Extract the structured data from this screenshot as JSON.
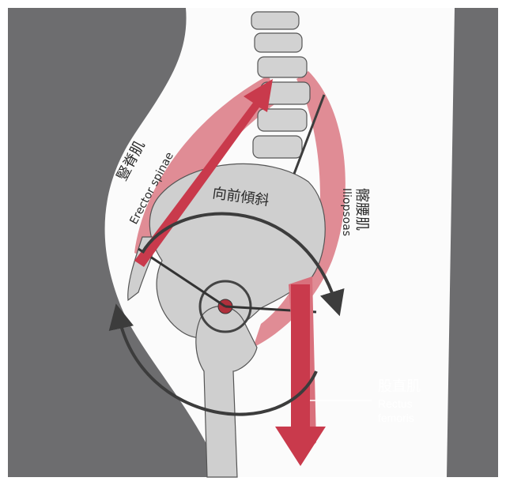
{
  "labels": {
    "erector_cn": "豎脊肌",
    "erector_en": "Erector spinae",
    "tilt_cn": "向前傾斜",
    "iliopsoas_cn": "髂腰肌",
    "iliopsoas_en": "Iliopsoas",
    "rectus_cn": "股直肌",
    "rectus_en_1": "Rectus",
    "rectus_en_2": "femoris"
  },
  "colors": {
    "background": "#6d6d6f",
    "body": "#fbfbfb",
    "bone": "#cfcfcf",
    "muscle": "#d9707c",
    "arrow": "#c93a4c",
    "rotation_arrow": "#3c3c3c"
  }
}
